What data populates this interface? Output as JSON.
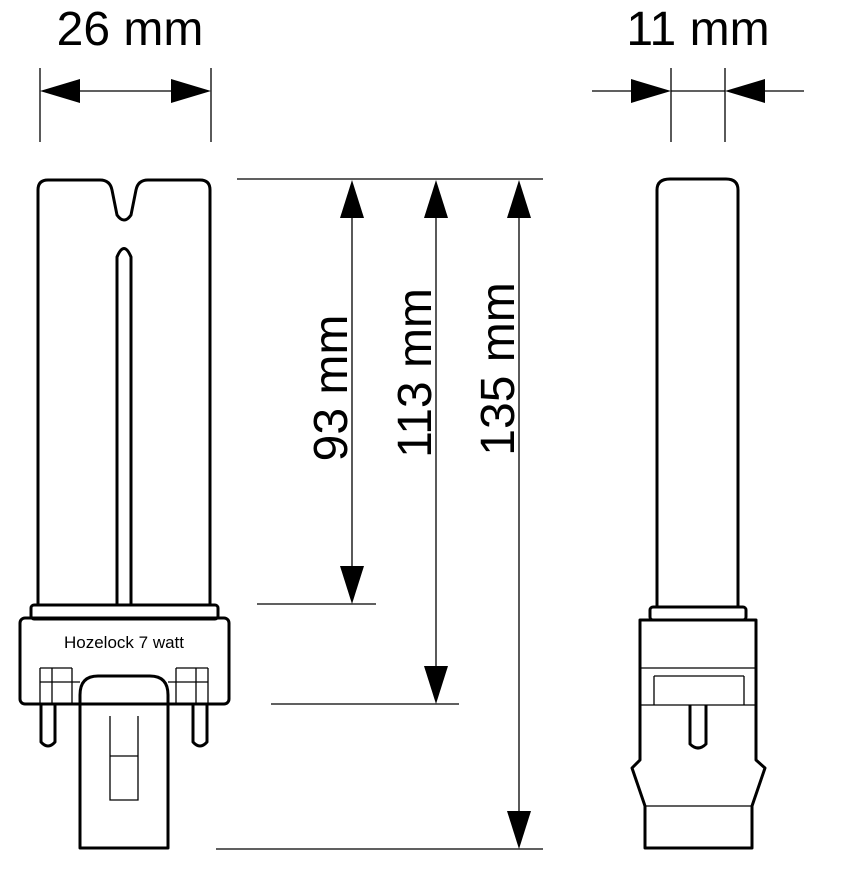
{
  "dimensions": {
    "lamp_width": "26 mm",
    "tube_depth": "11 mm",
    "tube_length": "93 mm",
    "lamp_length": "113 mm",
    "overall_length": "135 mm"
  },
  "lamp": {
    "label": "Hozelock 7 watt"
  },
  "colors": {
    "line": "#000000",
    "background": "#ffffff"
  }
}
